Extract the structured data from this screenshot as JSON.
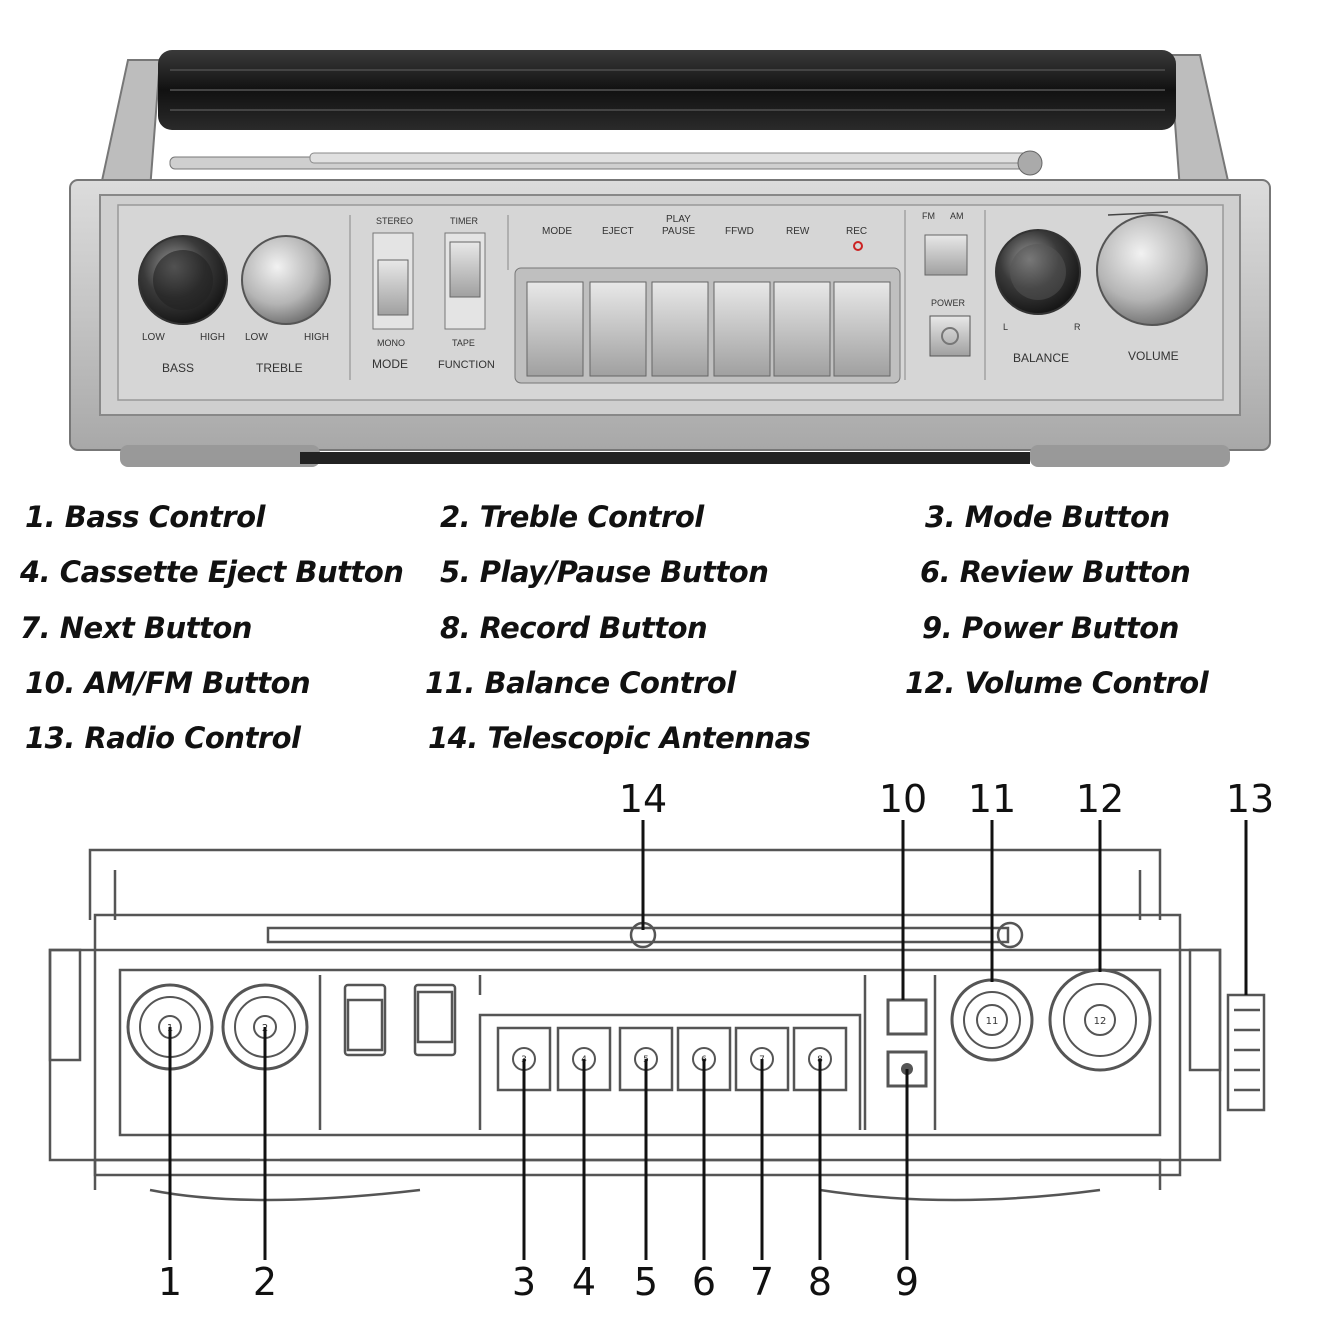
{
  "legend": [
    "1. Bass Control",
    "2. Treble Control",
    "3. Mode Button",
    "4. Cassette Eject Button",
    "5. Play/Pause Button",
    "6. Review Button",
    "7. Next Button",
    "8. Record Button",
    "9. Power Button",
    "10. AM/FM Button",
    "11. Balance Control",
    "12. Volume Control",
    "13. Radio Control",
    "14. Telescopic Antennas"
  ],
  "panel": {
    "bass": "BASS",
    "treble": "TREBLE",
    "low": "LOW",
    "high": "HIGH",
    "stereo": "STEREO",
    "mono": "MONO",
    "mode": "MODE",
    "timer": "TIMER",
    "tape": "TAPE",
    "function": "FUNCTION",
    "btn_mode": "MODE",
    "btn_eject": "EJECT",
    "btn_play": "PLAY",
    "btn_pause": "PAUSE",
    "btn_ffwd": "FFWD",
    "btn_rew": "REW",
    "btn_rec": "REC",
    "fm": "FM",
    "am": "AM",
    "power": "POWER",
    "balance": "BALANCE",
    "volume": "VOLUME",
    "l": "L",
    "r": "R"
  },
  "callouts": {
    "bottom": [
      "1",
      "2",
      "3",
      "4",
      "5",
      "6",
      "7",
      "8",
      "9"
    ],
    "top": [
      "14",
      "10",
      "11",
      "12",
      "13"
    ],
    "knob_1": "1",
    "knob_2": "2",
    "knob_11": "11",
    "knob_12": "12",
    "btn_3": "3",
    "btn_4": "4",
    "btn_5": "5",
    "btn_6": "6",
    "btn_7": "7",
    "btn_8": "8"
  },
  "colors": {
    "silver": "#c9c9c9",
    "handle": "#1a1a1a",
    "rec_red": "#cc2222"
  }
}
